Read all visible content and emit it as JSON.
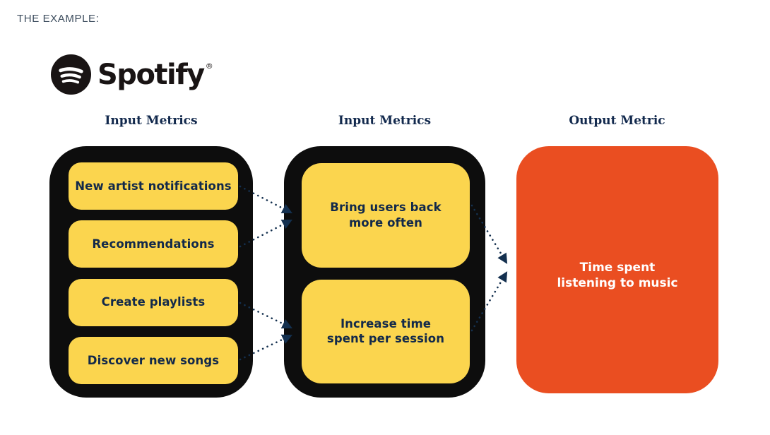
{
  "page": {
    "eyebrow": "THE EXAMPLE:"
  },
  "logo": {
    "brand": "Spotify",
    "registered": "®"
  },
  "colors": {
    "card_yellow": "#FBD54E",
    "frame_black": "#0D0D0D",
    "output_orange": "#EA4E21",
    "text_navy": "#12294A",
    "header_navy": "#12294D",
    "connector_navy": "#14304F",
    "output_text": "#FFFFFF"
  },
  "columns": [
    {
      "header": "Input Metrics",
      "items": [
        "New artist notifications",
        "Recommendations",
        "Create playlists",
        "Discover new songs"
      ]
    },
    {
      "header": "Input Metrics",
      "items": [
        "Bring users back\nmore often",
        "Increase time\nspent per session"
      ]
    },
    {
      "header": "Output Metric",
      "items": [
        "Time spent\nlistening to music"
      ]
    }
  ]
}
